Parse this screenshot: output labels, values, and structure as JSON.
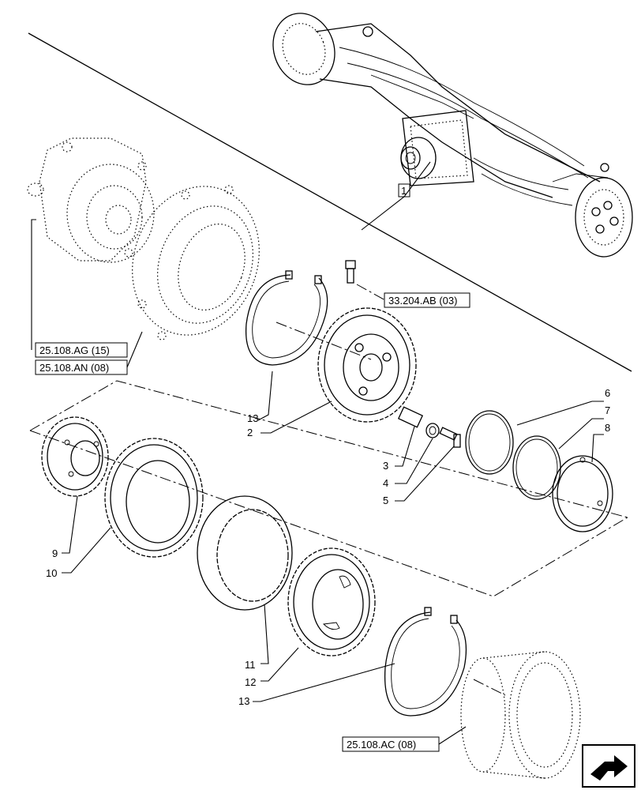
{
  "callouts": {
    "c1": "1",
    "c2": "2",
    "c3": "3",
    "c4": "4",
    "c5": "5",
    "c6": "6",
    "c7": "7",
    "c8": "8",
    "c9": "9",
    "c10": "10",
    "c11": "11",
    "c12": "12",
    "c13a": "13",
    "c13b": "13"
  },
  "references": {
    "r_33204": "33.204.AB (03)",
    "r_25108ag": "25.108.AG (15)",
    "r_25108an": "25.108.AN (08)",
    "r_25108ac": "25.108.AC (08)"
  },
  "icons": {
    "nav": "next-page-arrow-icon"
  }
}
